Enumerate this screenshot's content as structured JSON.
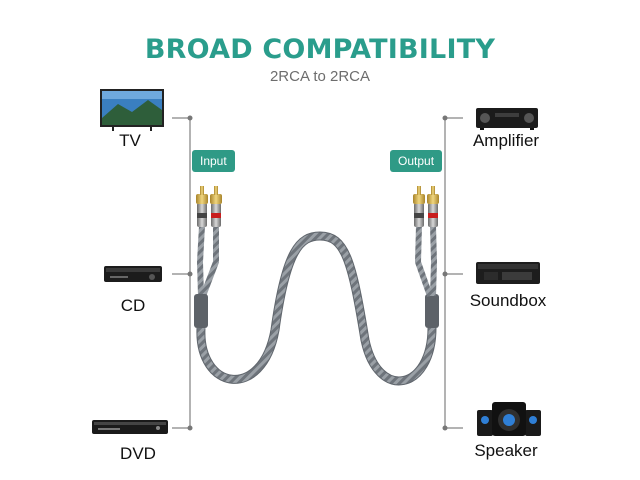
{
  "header": {
    "title": "BROAD COMPATIBILITY",
    "subtitle": "2RCA to 2RCA"
  },
  "left_devices": [
    {
      "label": "TV",
      "icon": "tv-icon"
    },
    {
      "label": "CD",
      "icon": "cd-player-icon"
    },
    {
      "label": "DVD",
      "icon": "dvd-player-icon"
    }
  ],
  "right_devices": [
    {
      "label": "Amplifier",
      "icon": "amplifier-icon"
    },
    {
      "label": "Soundbox",
      "icon": "soundbox-icon"
    },
    {
      "label": "Speaker",
      "icon": "speaker-icon"
    }
  ],
  "tags": {
    "input": "Input",
    "output": "Output"
  },
  "colors": {
    "accent": "#2a9d8c",
    "tag": "#2f9a86",
    "plug_red": "#c81e1e",
    "cable": "#8a8f96"
  }
}
